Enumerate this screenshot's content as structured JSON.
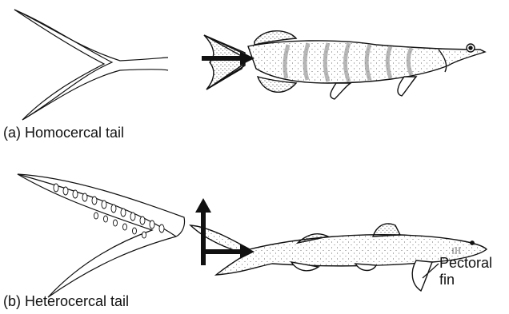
{
  "captions": {
    "homocercal": "(a) Homocercal tail",
    "heterocercal": "(b) Heterocercal tail"
  },
  "labels": {
    "pectoral_line1": "Pectoral",
    "pectoral_line2": "fin"
  },
  "colors": {
    "ink": "#111111",
    "paper": "#ffffff",
    "shade": "#9a9a9a"
  }
}
